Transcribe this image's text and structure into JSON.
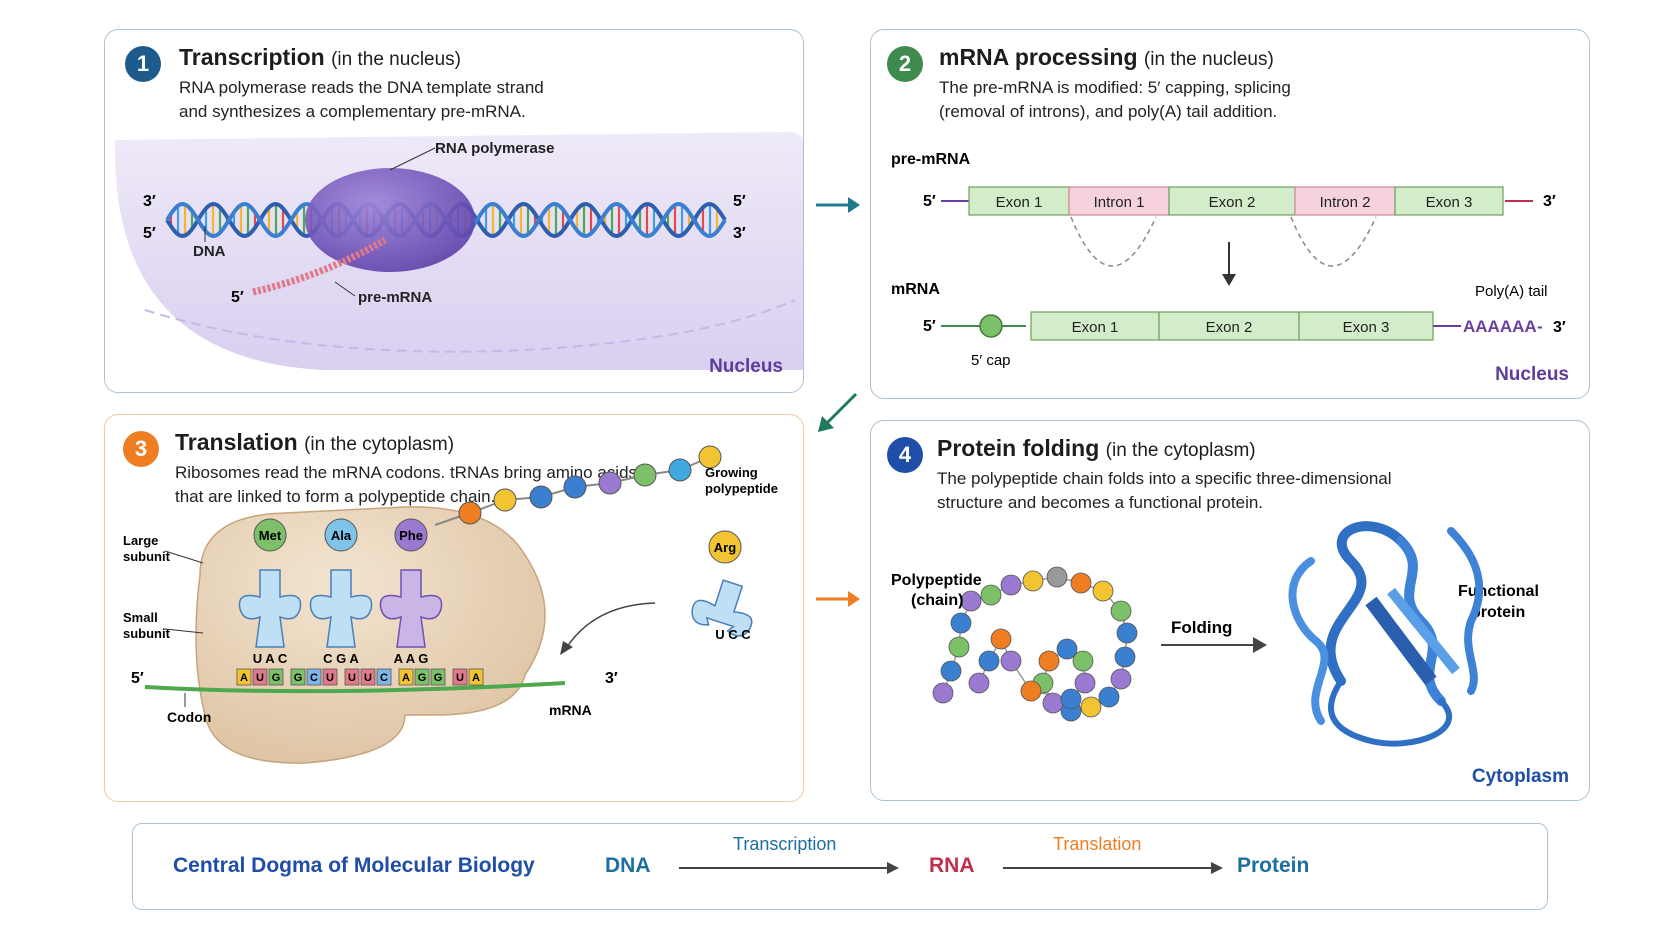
{
  "panels": {
    "p1": {
      "num": "1",
      "title": "Transcription",
      "subtitle": "(in the nucleus)",
      "desc1": "RNA polymerase reads the DNA template strand",
      "desc2": "and synthesizes a complementary pre-mRNA.",
      "labels": {
        "polymerase": "RNA polymerase",
        "dna": "DNA",
        "premrna": "pre-mRNA",
        "l3": "3′",
        "l5": "5′",
        "r5": "5′",
        "r3": "3′",
        "m5": "5′"
      },
      "location": "Nucleus"
    },
    "p2": {
      "num": "2",
      "title": "mRNA processing",
      "subtitle": "(in the nucleus)",
      "desc1": "The pre-mRNA is modified: 5′ capping, splicing",
      "desc2": "(removal of introns), and poly(A) tail addition.",
      "premrna_label": "pre-mRNA",
      "premrna_segments": [
        "Exon 1",
        "Intron 1",
        "Exon 2",
        "Intron 2",
        "Exon 3"
      ],
      "mrna_label": "mRNA",
      "mrna_segments": [
        "Exon 1",
        "Exon 2",
        "Exon 3"
      ],
      "five": "5′",
      "three": "3′",
      "cap": "5′ cap",
      "polya_label": "Poly(A) tail",
      "polya": "AAAAAA",
      "location": "Nucleus"
    },
    "p3": {
      "num": "3",
      "title": "Translation",
      "subtitle": "(in the cytoplasm)",
      "desc1": "Ribosomes read the mRNA codons. tRNAs bring amino acids",
      "desc2": "that are linked to form a polypeptide chain.",
      "large": [
        "Large",
        "subunit"
      ],
      "small": [
        "Small",
        "subunit"
      ],
      "growing": [
        "Growing",
        "polypeptide"
      ],
      "amino": [
        "Met",
        "Ala",
        "Phe",
        "Arg"
      ],
      "anticodons": [
        "U A C",
        "C G A",
        "A A G",
        "U C C"
      ],
      "codon_letters": [
        "A",
        "U",
        "G",
        "G",
        "C",
        "U",
        "U",
        "U",
        "C",
        "A",
        "G",
        "G",
        "U",
        "A"
      ],
      "five": "5′",
      "three": "3′",
      "codon": "Codon",
      "mrna": "mRNA"
    },
    "p4": {
      "num": "4",
      "title": "Protein folding",
      "subtitle": "(in the cytoplasm)",
      "desc1": "The polypeptide chain folds into a specific three-dimensional",
      "desc2": "structure and becomes a functional protein.",
      "poly": [
        "Polypeptide",
        "(chain)"
      ],
      "folding": "Folding",
      "functional": [
        "Functional",
        "protein"
      ],
      "location": "Cytoplasm"
    }
  },
  "summary": {
    "title": "Central Dogma of Molecular Biology",
    "dna": "DNA",
    "transcription": "Transcription",
    "rna": "RNA",
    "translation": "Translation",
    "protein": "Protein"
  },
  "colors": {
    "blue_dark": "#1c5b8c",
    "green": "#3f8a4f",
    "orange": "#ef7d22",
    "blue": "#1f4ea8",
    "purple": "#5f3d9a",
    "exon": "#d3ecc9",
    "intron": "#f6d3dc"
  }
}
